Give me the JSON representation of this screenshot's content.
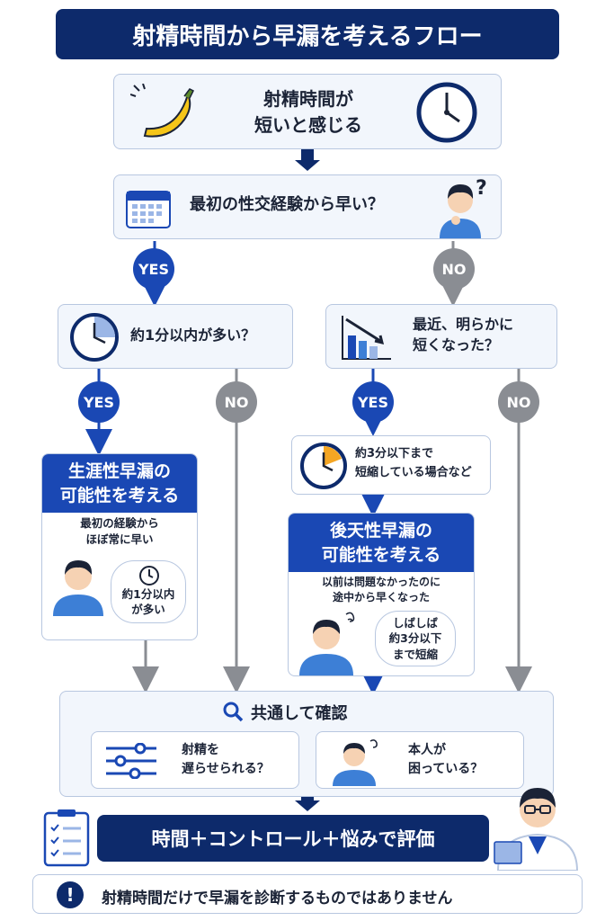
{
  "title": "射精時間から早漏を考えるフロー",
  "start": {
    "text": "射精時間が\n短いと感じる"
  },
  "q1": {
    "text": "最初の性交経験から早い？",
    "question_mark": "?"
  },
  "branch_labels": {
    "yes": "YES",
    "no": "NO"
  },
  "q2_left": {
    "text": "約1分以内が多い？"
  },
  "q2_right": {
    "text": "最近、明らかに\n短くなった？"
  },
  "right_yes_box": {
    "text": "約3分以下まで\n短縮している場合など"
  },
  "lifelong": {
    "title": "生涯性早漏の\n可能性を考える",
    "desc": "最初の経験から\nほぼ常に早い",
    "bubble": "約1分以内\nが多い"
  },
  "acquired": {
    "title": "後天性早漏の\n可能性を考える",
    "desc": "以前は問題なかったのに\n途中から早くなった",
    "bubble": "しばしば\n約3分以下\nまで短縮"
  },
  "common": {
    "title": "共通して確認",
    "item1": "射精を\n遅らせられる？",
    "item2": "本人が\n困っている？"
  },
  "evaluate": "時間＋コントロール＋悩みで評価",
  "note": "射精時間だけで早漏を診断するものではありません",
  "colors": {
    "navy": "#0d2a6b",
    "blue": "#1a48b4",
    "gray": "#8a8d93",
    "light": "#f2f6fc",
    "border": "#b8c7e0",
    "orange": "#f5a623"
  }
}
